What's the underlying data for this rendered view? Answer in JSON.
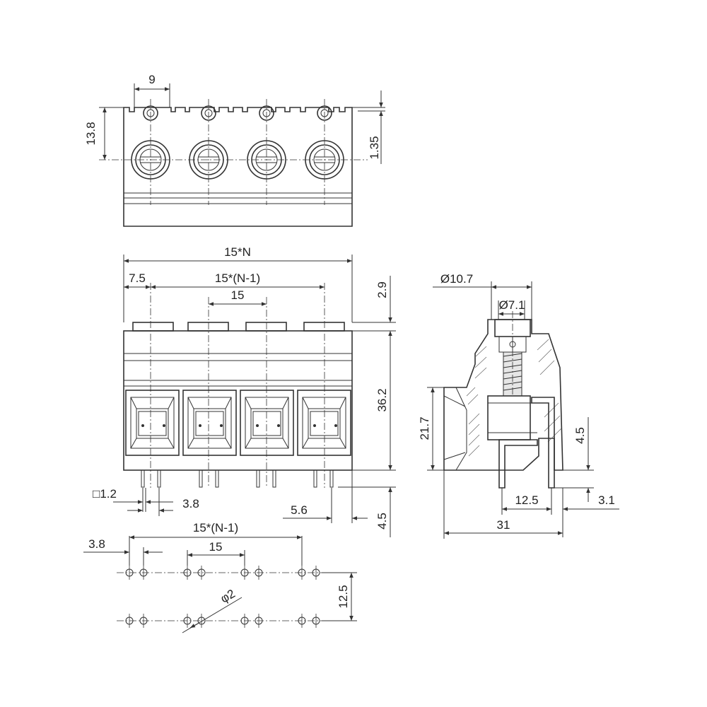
{
  "top_view": {
    "dims": {
      "pitch_width": "9",
      "height": "13.8",
      "offset": "1.35"
    }
  },
  "front_view": {
    "dims": {
      "overall_length": "15*N",
      "end_offset": "7.5",
      "span": "15*(N-1)",
      "pitch": "15",
      "cap_height": "2.9",
      "body_height": "36.2",
      "pin_square": "□1.2",
      "pin_spacing": "3.8",
      "pin_offset": "5.6",
      "pin_length": "4.5"
    }
  },
  "side_view": {
    "dims": {
      "screw_head_diameter": "Ø10.7",
      "screw_diameter": "Ø7.1",
      "wire_entry_height": "21.7",
      "pin_height": "4.5",
      "pin_row_spacing": "12.5",
      "pin_edge_offset": "3.1",
      "depth": "31"
    }
  },
  "pcb_layout": {
    "dims": {
      "pin_spacing": "3.8",
      "span": "15*(N-1)",
      "pitch": "15",
      "hole_diameter": "φ2",
      "row_spacing": "12.5"
    }
  },
  "colors": {
    "line": "#333333",
    "background": "#ffffff"
  }
}
